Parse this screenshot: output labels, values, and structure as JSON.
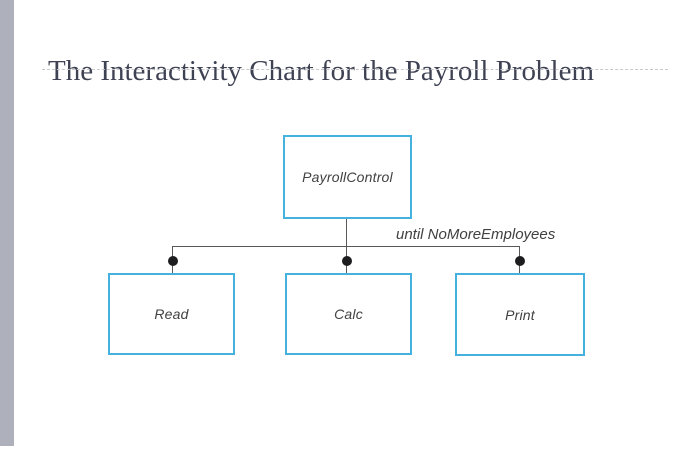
{
  "slide": {
    "title": "The Interactivity Chart for the Payroll Problem"
  },
  "diagram": {
    "root": {
      "label": "PayrollControl"
    },
    "children": [
      {
        "label": "Read"
      },
      {
        "label": "Calc"
      },
      {
        "label": "Print"
      }
    ],
    "loop_label": "until NoMoreEmployees"
  },
  "colors": {
    "accent-bar": "#aeb0bc",
    "title-text": "#3e4253",
    "underline": "#c9c9c9",
    "node-border": "#45b1df",
    "node-text": "#414042",
    "connector": "#58595b",
    "dot": "#1d1d1f"
  }
}
